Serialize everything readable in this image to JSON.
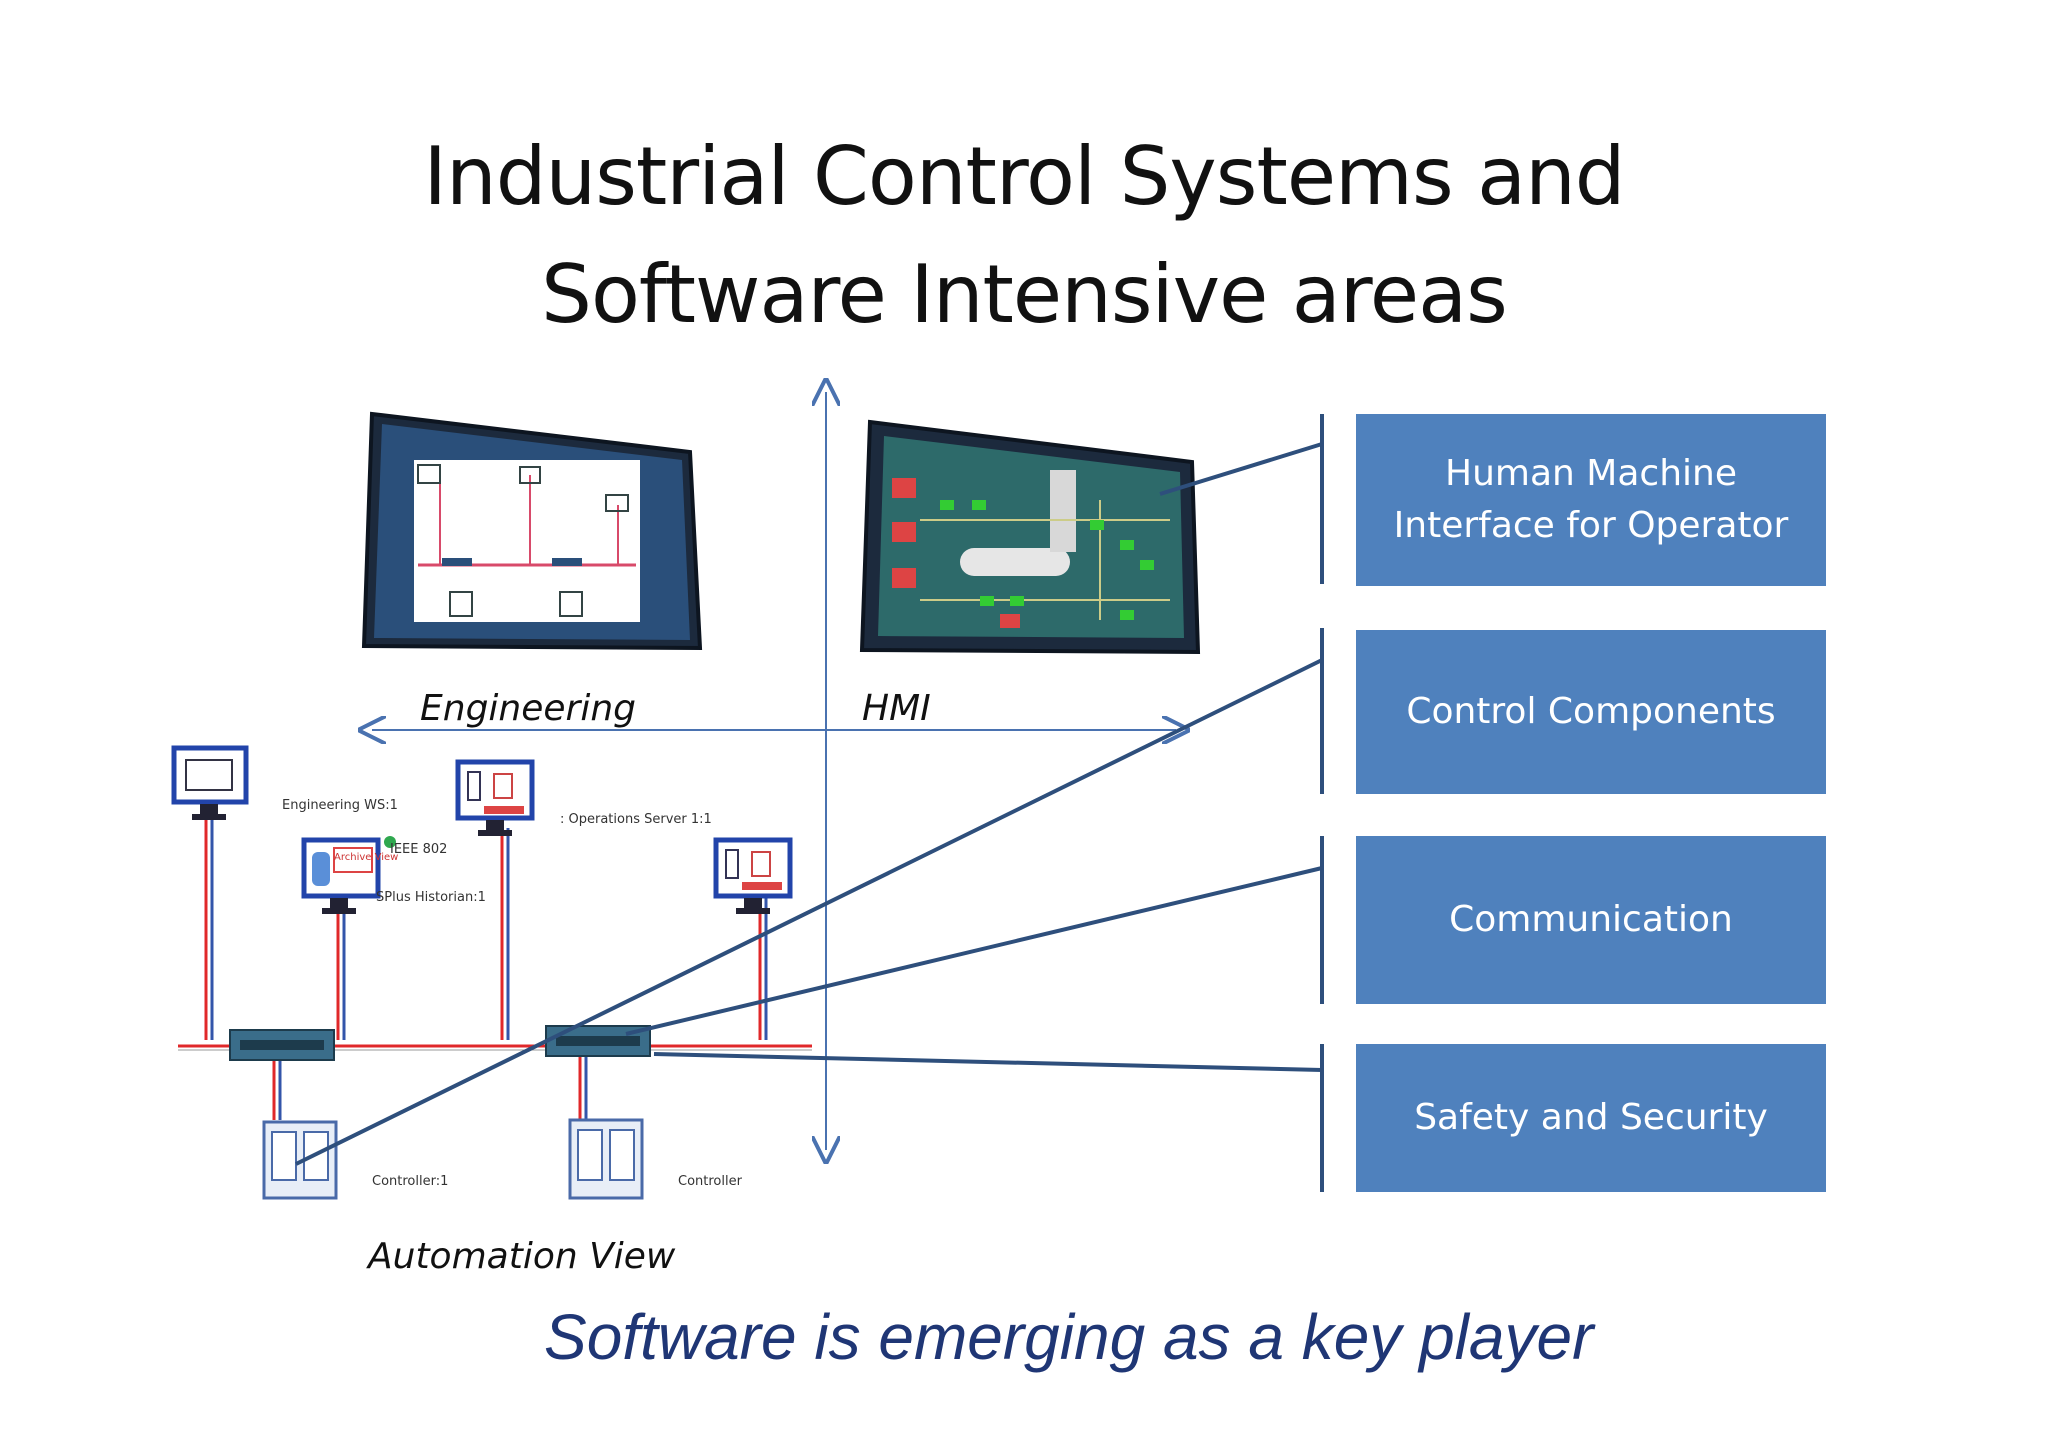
{
  "title": {
    "line1": "Industrial Control Systems and",
    "line2": "Software Intensive areas"
  },
  "categories": [
    {
      "line1": "Human Machine",
      "line2": "Interface for Operator"
    },
    {
      "line1": "Control Components",
      "line2": ""
    },
    {
      "line1": "Communication",
      "line2": ""
    },
    {
      "line1": "Safety and Security",
      "line2": ""
    }
  ],
  "axis_labels": {
    "engineering": "Engineering",
    "hmi": "HMI",
    "automation_view": "Automation View"
  },
  "network": {
    "engineering_ws": "Engineering WS:1",
    "operations_server": ": Operations Server 1:1",
    "ieee": "IEEE 802",
    "historian": "SPlus Historian:1",
    "archive": "Archive View",
    "controller_1": "Controller:1",
    "controller_2": "Controller"
  },
  "tagline": "Software is emerging as a key player",
  "colors": {
    "box_fill": "#4f81bd",
    "connector": "#2e4f7c",
    "arrow": "#4a72b0",
    "tagline": "#1f3675",
    "network_red": "#e0282a"
  }
}
